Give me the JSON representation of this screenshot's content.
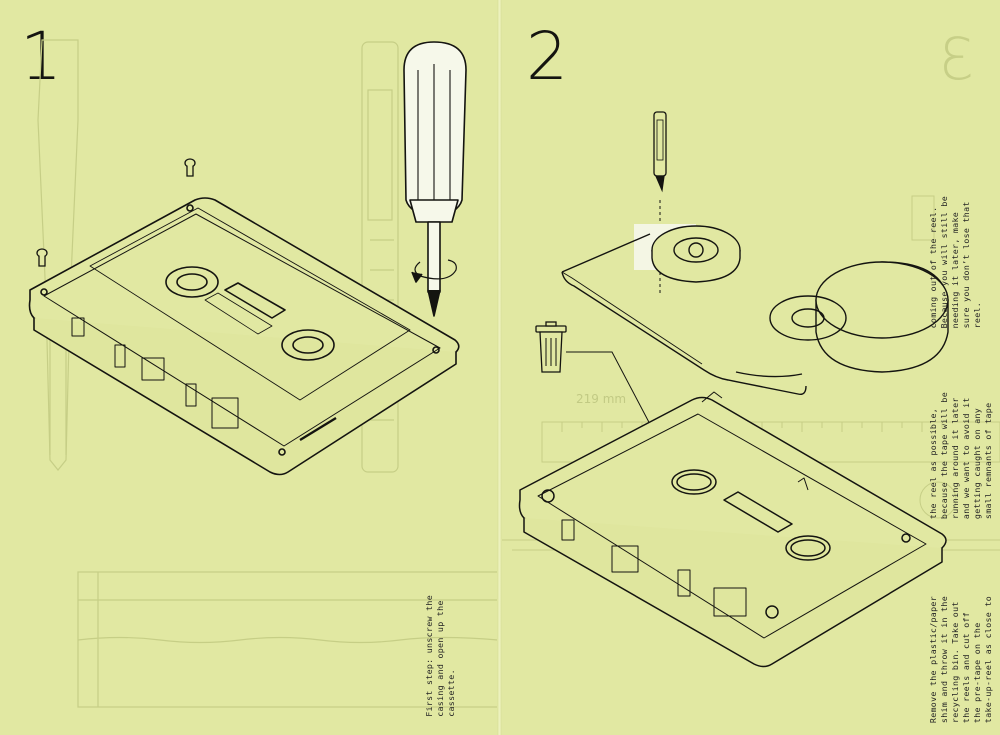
{
  "steps": [
    {
      "number": "1",
      "caption": "First step: unscrew the\ncasing and open up the\ncassette."
    },
    {
      "number": "2",
      "caption": "Remove the plastic/paper\nshim and throw it in the\nrecycling bin. Take out\nthe reels and cut off\nthe pre-tape on the\ntake-up-reel as close to",
      "caption_cont": "the reel as possible,\nbecause the tape will be\nrunning around it later\nand we want to avoid it\ngetting caught on any\nsmall remnants of tape",
      "caption_cont2": "coming out of the reel.\nBecause you will still be\nneeding it later, make\nsure you don’t lose that\nreel."
    }
  ],
  "ghost_step": "3",
  "ruler_label": "219 mm",
  "icons": [
    "screwdriver-icon",
    "screw-icon",
    "cutter-knife-icon",
    "trash-bin-icon",
    "cassette-icon",
    "tape-reel-icon"
  ],
  "colors": {
    "background": "#e1e8a2",
    "ink": "#141410",
    "ghost": "#c2ca84",
    "highlight": "#f4f6e4"
  }
}
